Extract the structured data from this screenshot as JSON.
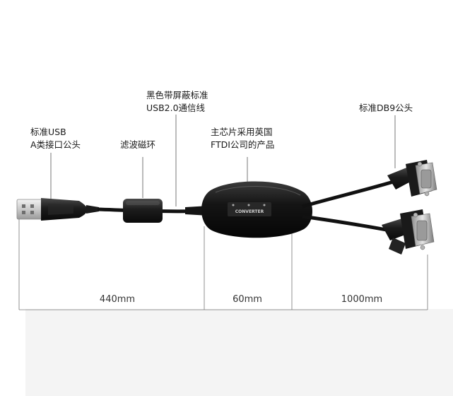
{
  "labels": {
    "usb_plug": {
      "line1": "标准USB",
      "line2": "A类接口公头"
    },
    "ferrite": {
      "line1": "滤波磁环"
    },
    "cable": {
      "line1": "黑色带屏蔽标准",
      "line2": "USB2.0通信线"
    },
    "chip": {
      "line1": "主芯片采用英国",
      "line2": "FTDI公司的产品"
    },
    "db9": {
      "line1": "标准DB9公头"
    }
  },
  "dimensions": {
    "seg1": "440mm",
    "seg2": "60mm",
    "seg3": "1000mm"
  },
  "converter_text": "CONVERTER"
}
